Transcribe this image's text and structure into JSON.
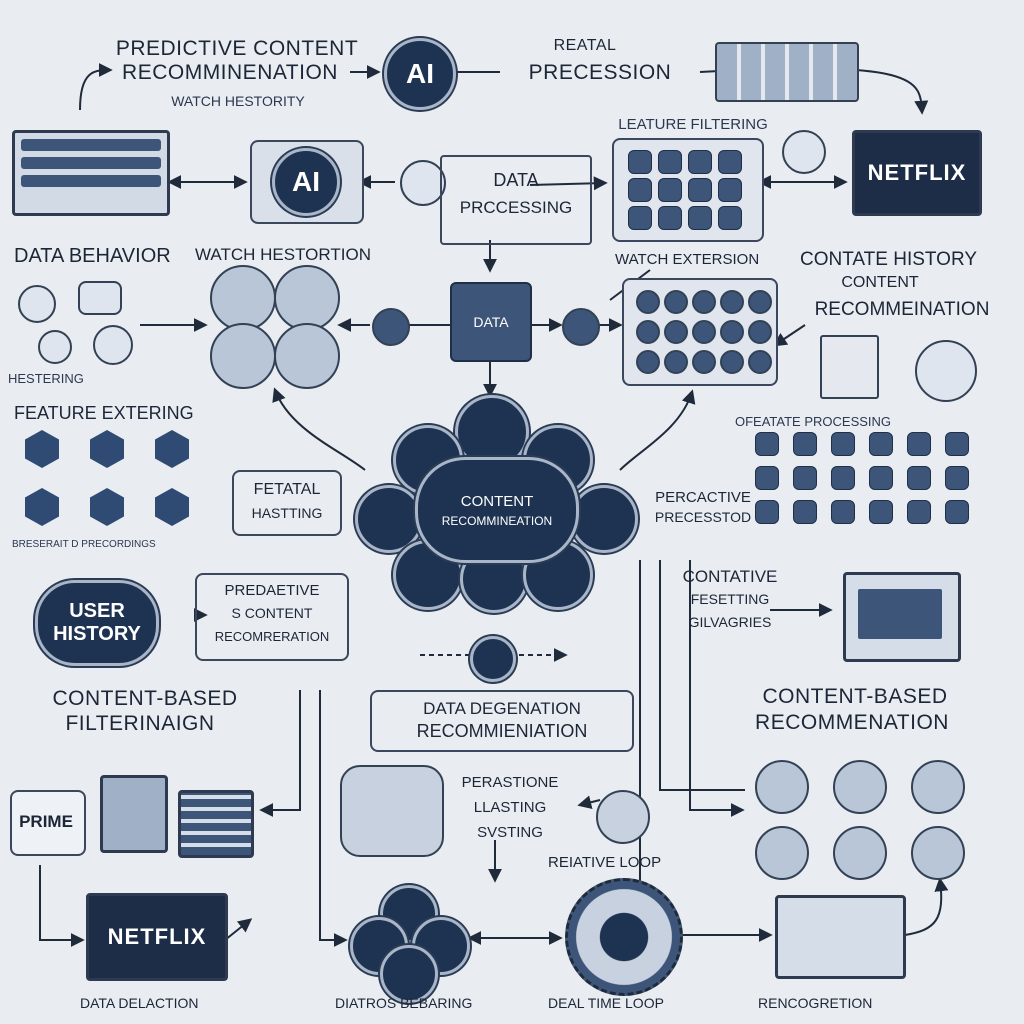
{
  "labels": {
    "predictive_content": "PREDICTIVE CONTENT",
    "recommination_top": "RECOMMINENATION",
    "watch_history": "WATCH HESTORITY",
    "realtal": "REATAL",
    "precession": "PRECESSION",
    "leature_filtering": "LEATURE FILTERING",
    "ai_top": "AI",
    "ai_mid": "AI",
    "data_processing_1": "DATA",
    "data_processing_2": "PRCCESSING",
    "data_behavior": "DATA BEHAVIOR",
    "watch_hestortion": "WATCH HESTORTION",
    "watch_extersion": "WATCH EXTERSION",
    "contate_history": "CONTATE HISTORY",
    "content_sub": "CONTENT",
    "recommination_right": "RECOMMEINATION",
    "data_center": "DATA",
    "hestering": "HESTERING",
    "feature_extering": "FEATURE EXTERING",
    "fetatal_1": "FETATAL",
    "fetatal_2": "HASTTING",
    "content_reco_1": "CONTENT",
    "content_reco_2": "RECOMMINEATION",
    "oferature_processing": "OFEATATE PROCESSING",
    "perceptive_1": "PERCACTIVE",
    "perceptive_2": "PRECESSTOD",
    "bottom_left_small": "BRESERAIT D PRECORDINGS",
    "user_history_1": "USER",
    "user_history_2": "HISTORY",
    "predaetive_1": "PREDAETIVE",
    "predaetive_2": "S CONTENT",
    "predaetive_3": "RECOMRERATION",
    "contactive_1": "CONTATIVE",
    "contactive_2": "FESETTING",
    "contactive_3": "GILVAGRIES",
    "content_based_left_1": "CONTENT-BASED",
    "content_based_left_2": "FILTERINAIGN",
    "data_deg_1": "DATA DEGENATION",
    "data_deg_2": "RECOMMIENIATION",
    "content_based_right_1": "CONTENT-BASED",
    "content_based_right_2": "RECOMMENATION",
    "pereastione_1": "PERASTIONE",
    "pereastione_2": "LLASTING",
    "pereastione_3": "SVSTING",
    "reiative_loop": "REIATIVE LOOP",
    "prime": "PRIME",
    "netflix_top": "NETFLIX",
    "netflix_bottom": "NETFLIX",
    "data_delaction": "DATA DELACTION",
    "diatros_bearing": "DIATROS BEBARING",
    "deal_time_loop": "DEAL TIME LOOP",
    "rencogreation": "RENCOGRETION"
  },
  "colors": {
    "background": "#e9edf2",
    "ink": "#1f2a3a",
    "dark_node": "#1e3352",
    "accent_blue": "#3d5579"
  },
  "icons": [
    "ai-badge-icon",
    "netflix-monitor-icon",
    "gear-icon",
    "user-history-icon",
    "arrow-icon"
  ]
}
